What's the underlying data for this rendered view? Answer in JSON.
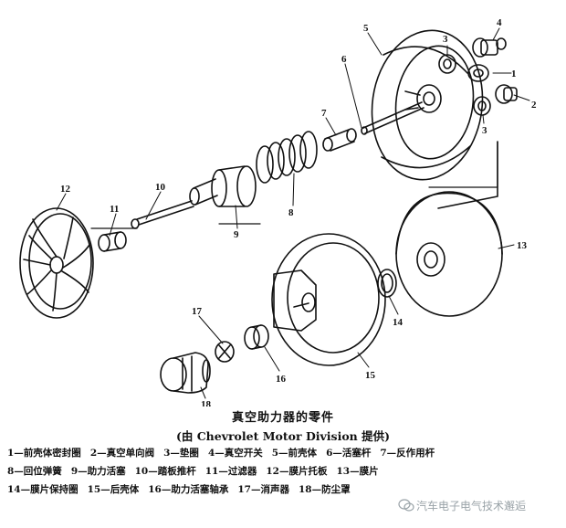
{
  "callouts": [
    "1",
    "2",
    "3",
    "3",
    "4",
    "5",
    "6",
    "7",
    "8",
    "9",
    "10",
    "11",
    "12",
    "13",
    "14",
    "15",
    "16",
    "17",
    "18"
  ],
  "caption": {
    "title": "真空助力器的零件",
    "subtitle": "(由 Chevrolet Motor Division 提供)"
  },
  "legend": {
    "lines": [
      [
        "1—前壳体密封圈",
        "2—真空单向阀",
        "3—垫圈",
        "4—真空开关",
        "5—前壳体",
        "6—活塞杆",
        "7—反作用杆"
      ],
      [
        "8—回位弹簧",
        "9—助力活塞",
        "10—踏板推杆",
        "11—过滤器",
        "12—膜片托板",
        "13—膜片"
      ],
      [
        "14—膜片保持圈",
        "15—后壳体",
        "16—助力活塞轴承",
        "17—消声器",
        "18—防尘罩"
      ]
    ]
  },
  "watermark": {
    "text": "汽车电子电气技术邂逅",
    "icon": "wechat-icon"
  },
  "colors": {
    "ink": "#111111",
    "paper": "#ffffff",
    "watermark": "#9aa3a8"
  }
}
